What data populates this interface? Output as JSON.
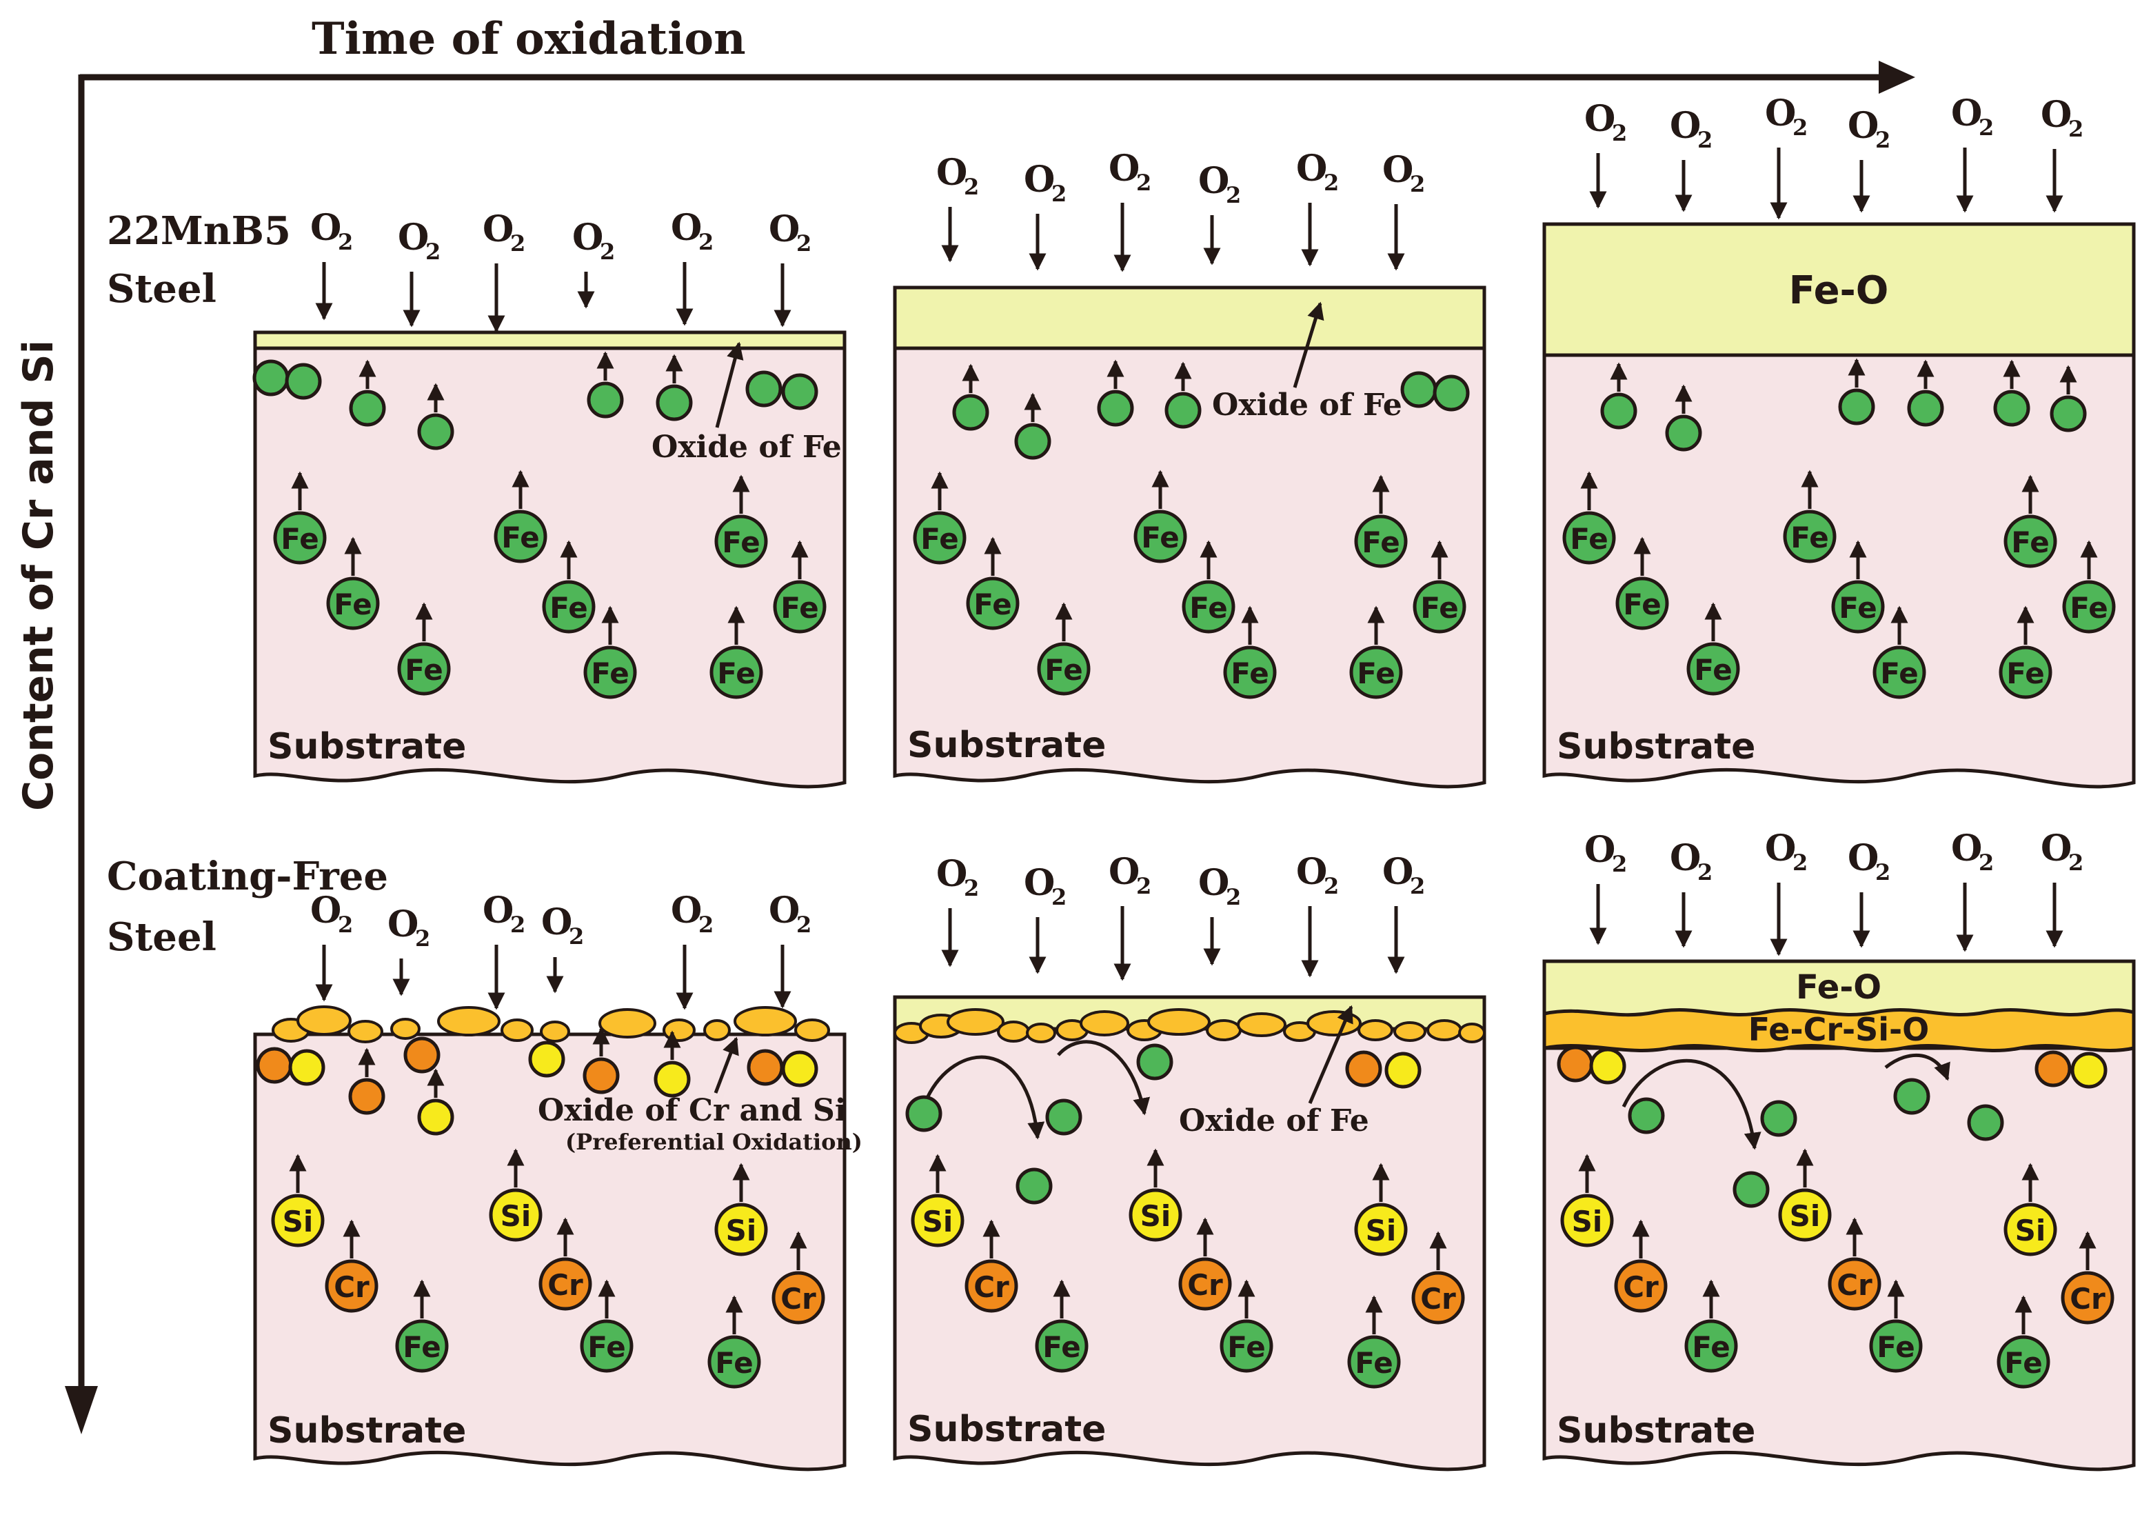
{
  "axes": {
    "x_label": "Time of oxidation",
    "y_label": "Content of Cr and Si"
  },
  "rows": [
    {
      "label_line1": "22MnB5",
      "label_line2": "Steel",
      "panels": [
        {
          "scale": "",
          "layer_label": "",
          "annotation": "Oxide of Fe",
          "substrate": "Substrate"
        },
        {
          "scale": "",
          "layer_label": "",
          "annotation": "Oxide of Fe",
          "substrate": "Substrate"
        },
        {
          "scale": "Fe-O",
          "layer_label": "",
          "annotation": "",
          "substrate": "Substrate"
        }
      ]
    },
    {
      "label_line1": "Coating-Free",
      "label_line2": "Steel",
      "panels": [
        {
          "scale": "",
          "layer_label": "",
          "annotation": "Oxide of Cr and Si",
          "annotation_sub": "(Preferential Oxidation)",
          "substrate": "Substrate"
        },
        {
          "scale": "",
          "layer_label": "",
          "annotation": "Oxide of Fe",
          "substrate": "Substrate"
        },
        {
          "scale": "Fe-O",
          "layer_label": "Fe-Cr-Si-O",
          "annotation": "",
          "substrate": "Substrate"
        }
      ]
    }
  ],
  "species": {
    "oxygen_main": "O",
    "oxygen_sub": "2",
    "iron": "Fe",
    "chromium": "Cr",
    "silicon": "Si"
  },
  "colors": {
    "substrate": "#f6e4e6",
    "fe_oxide": "#f0f3ad",
    "fe_atom": "#4fb658",
    "cr_atom": "#f08a1b",
    "si_atom": "#f7ea1c",
    "cr_si_oxide": "#fbc02d",
    "ink": "#231815"
  }
}
